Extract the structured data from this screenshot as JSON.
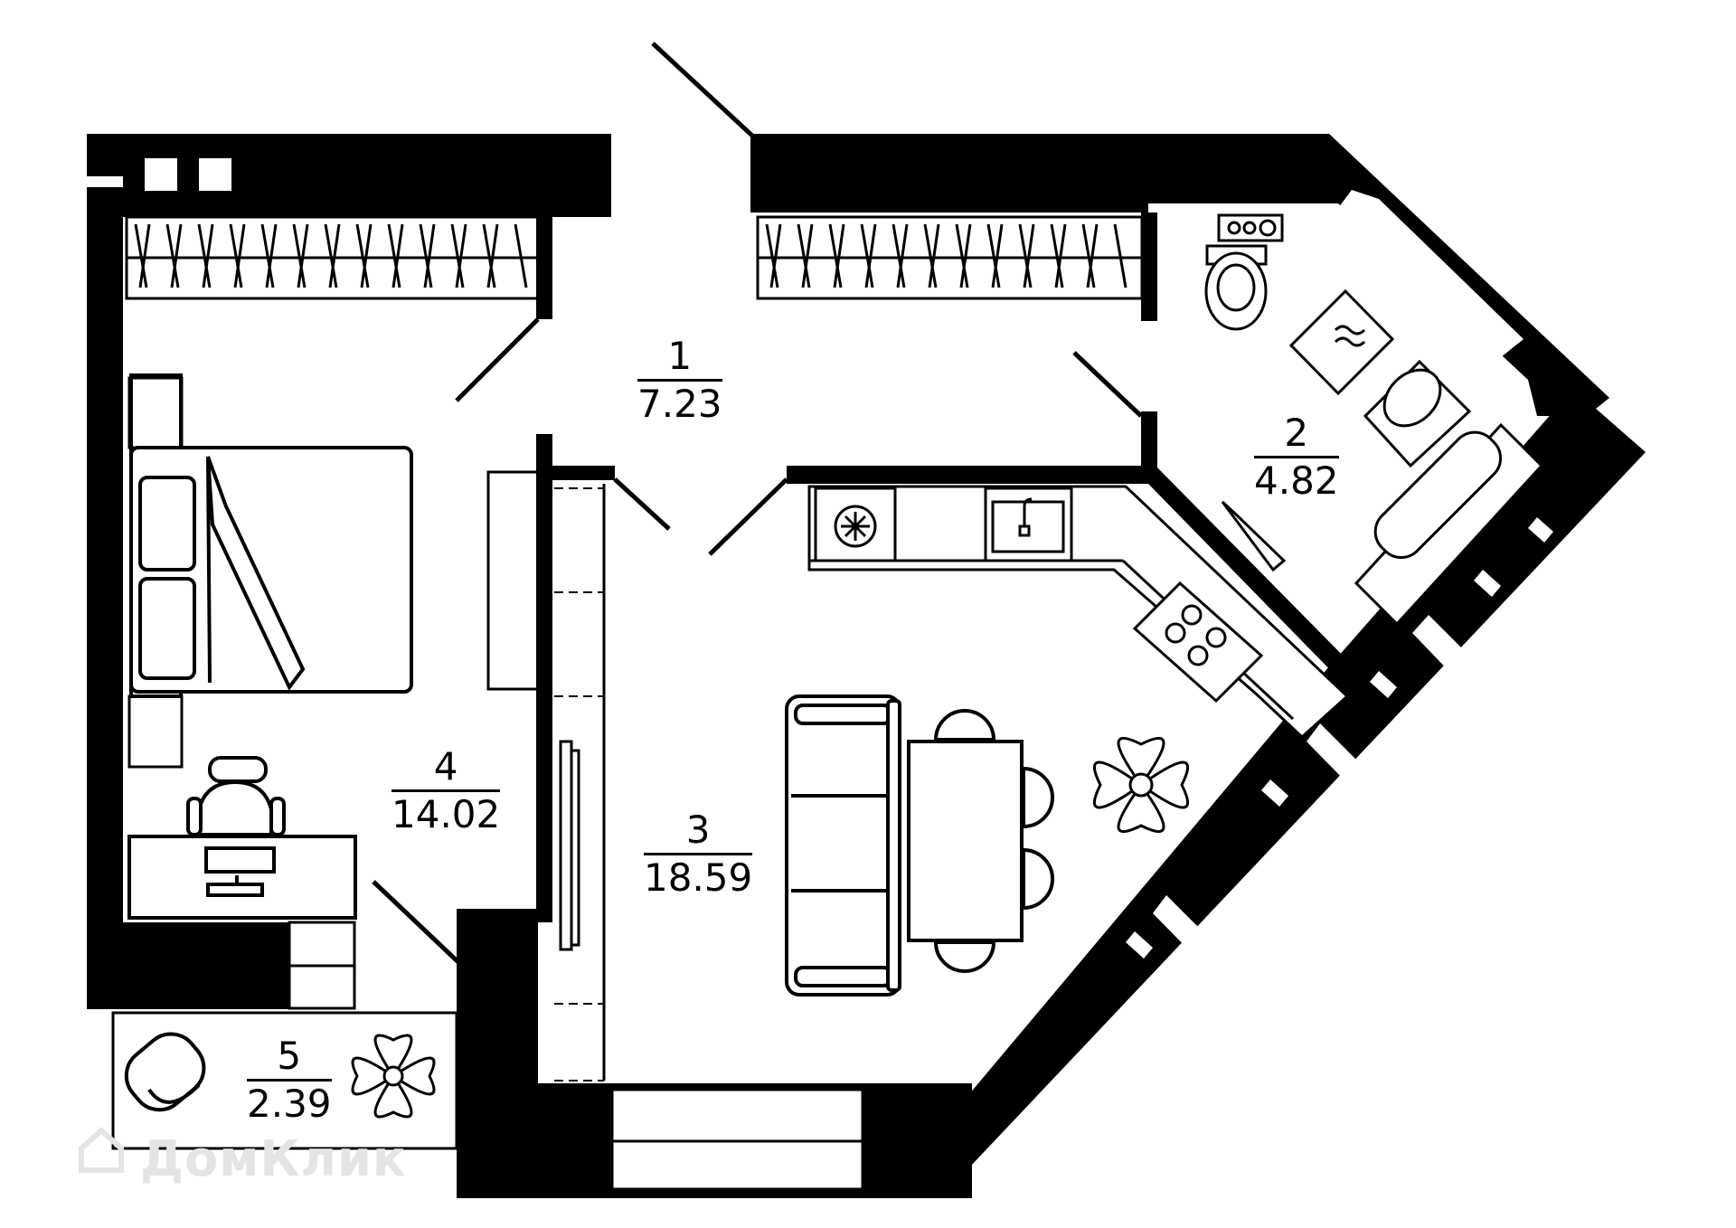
{
  "rooms": [
    {
      "id": "1",
      "number": "1",
      "area": "7.23"
    },
    {
      "id": "2",
      "number": "2",
      "area": "4.82"
    },
    {
      "id": "3",
      "number": "3",
      "area": "18.59"
    },
    {
      "id": "4",
      "number": "4",
      "area": "14.02"
    },
    {
      "id": "5",
      "number": "5",
      "area": "2.39"
    }
  ],
  "watermark": {
    "text": "ДомКлик"
  },
  "colors": {
    "wall": "#000000",
    "background": "#ffffff",
    "watermark": "#e4e4e4"
  }
}
